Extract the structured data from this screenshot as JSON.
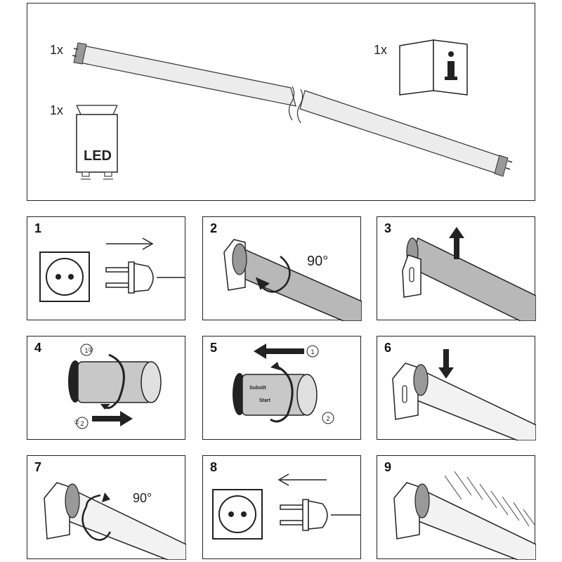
{
  "contents": {
    "tube_qty": "1x",
    "starter_qty": "1x",
    "manual_qty": "1x",
    "starter_label": "LED"
  },
  "steps": [
    {
      "num": "1",
      "icon": "unplug-icon"
    },
    {
      "num": "2",
      "icon": "rotate-tube-icon",
      "angle": "90°"
    },
    {
      "num": "3",
      "icon": "remove-tube-icon"
    },
    {
      "num": "4",
      "icon": "remove-starter-icon",
      "c1": "1",
      "c2": "2"
    },
    {
      "num": "5",
      "icon": "insert-starter-icon",
      "c1": "1",
      "c2": "2",
      "starter_text_1": "Substit",
      "starter_text_2": "Start"
    },
    {
      "num": "6",
      "icon": "insert-tube-icon"
    },
    {
      "num": "7",
      "icon": "rotate-tube-back-icon",
      "angle": "90°"
    },
    {
      "num": "8",
      "icon": "plug-in-icon"
    },
    {
      "num": "9",
      "icon": "light-on-icon"
    }
  ],
  "colors": {
    "tube": "#d0d0d0",
    "tube_dark": "#a8a8a8",
    "line": "#222222"
  }
}
